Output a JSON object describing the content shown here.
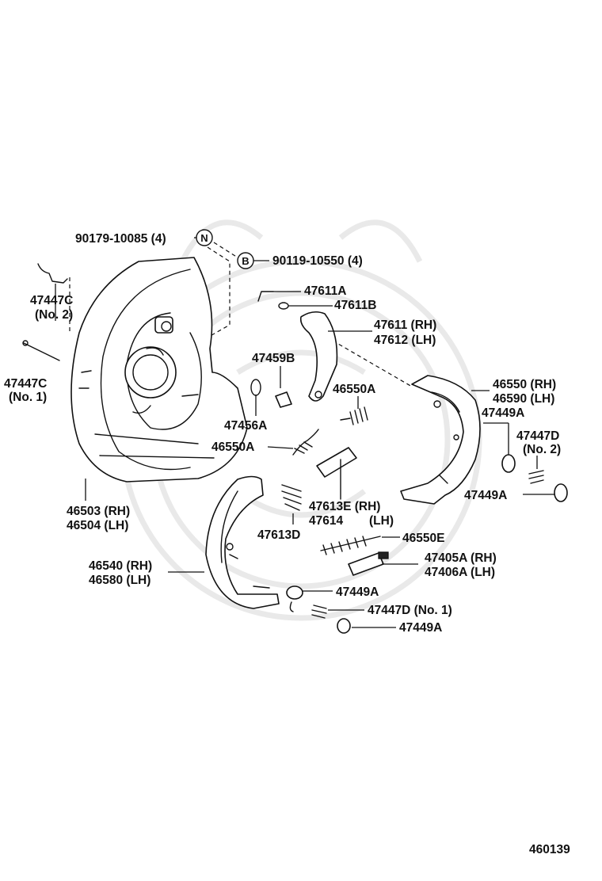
{
  "diagram_id": "460139",
  "symbols": {
    "N": "N",
    "B": "B"
  },
  "callouts": {
    "c1": "90179-10085 (4)",
    "c2": "90119-10550 (4)",
    "c3": "47611A",
    "c4": "47611B",
    "c5a": "47611 (RH)",
    "c5b": "47612 (LH)",
    "c6a": "47447C",
    "c6b": "(No. 2)",
    "c7a": "47447C",
    "c7b": "(No. 1)",
    "c8": "47459B",
    "c9": "47456A",
    "c10": "46550A",
    "c11": "46550A",
    "c12a": "46550 (RH)",
    "c12b": "46590 (LH)",
    "c13": "47449A",
    "c14a": "47447D",
    "c14b": "(No. 2)",
    "c15": "47449A",
    "c16a": "47613E (RH)",
    "c16b": "47614",
    "c16c": "(LH)",
    "c17a": "46503 (RH)",
    "c17b": "46504 (LH)",
    "c18": "47613D",
    "c19": "46550E",
    "c20a": "47405A (RH)",
    "c20b": "47406A (LH)",
    "c21a": "46540 (RH)",
    "c21b": "46580 (LH)",
    "c22": "47449A",
    "c23": "47447D (No. 1)",
    "c24": "47449A"
  }
}
